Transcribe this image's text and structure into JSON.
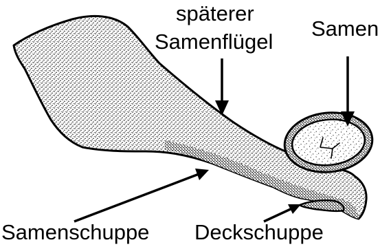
{
  "labels": {
    "wing_line1": "späterer",
    "wing_line2": "Samenflügel",
    "seed": "Samen",
    "seed_scale": "Samenschuppe",
    "bract_scale": "Deckschuppe"
  },
  "colors": {
    "ink": "#000000",
    "paper": "#ffffff"
  }
}
